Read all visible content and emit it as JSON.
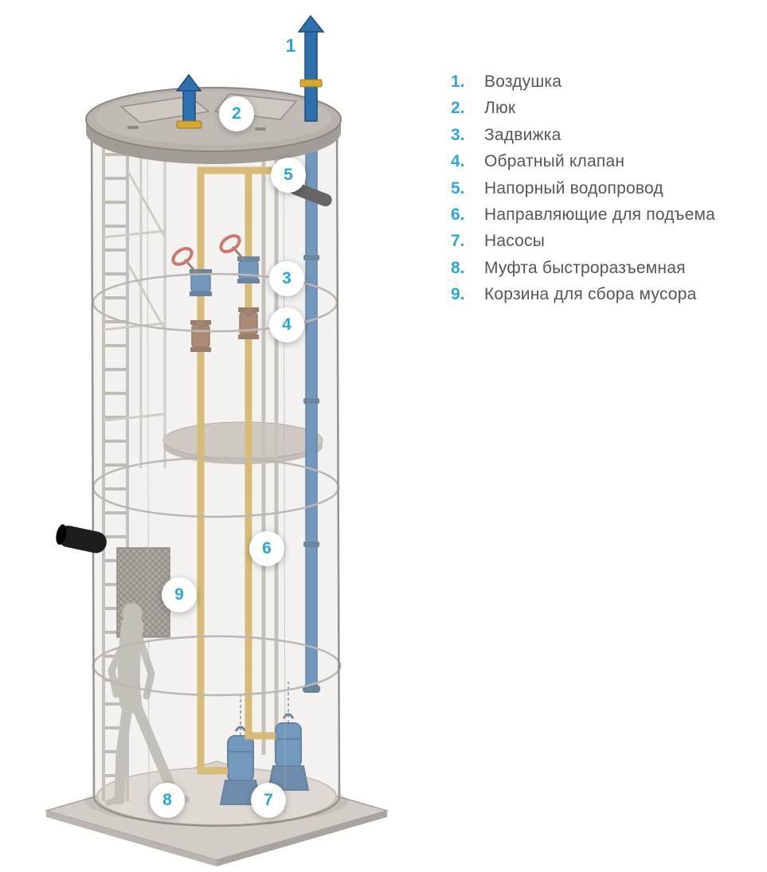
{
  "colors": {
    "accent_blue": "#2aa7de",
    "text_gray": "#55565a",
    "pipe_blue": "#2e6fae",
    "pipe_yellow": "#cfa93c",
    "tank_gray": "#d8d4cd",
    "valve_red": "#bf3b2f",
    "check_valve_brown": "#8a5a3b"
  },
  "legend": {
    "items": [
      {
        "num": "1.",
        "label": "Воздушка"
      },
      {
        "num": "2.",
        "label": "Люк"
      },
      {
        "num": "3.",
        "label": "Задвижка"
      },
      {
        "num": "4.",
        "label": "Обратный клапан"
      },
      {
        "num": "5.",
        "label": "Напорный водопровод"
      },
      {
        "num": "6.",
        "label": "Направляющие для подъема"
      },
      {
        "num": "7.",
        "label": "Насосы"
      },
      {
        "num": "8.",
        "label": "Муфта быстроразъемная"
      },
      {
        "num": "9.",
        "label": "Корзина для сбора мусора"
      }
    ]
  },
  "callouts": [
    {
      "num": "1"
    },
    {
      "num": "2"
    },
    {
      "num": "3"
    },
    {
      "num": "4"
    },
    {
      "num": "5"
    },
    {
      "num": "6"
    },
    {
      "num": "7"
    },
    {
      "num": "8"
    },
    {
      "num": "9"
    }
  ]
}
